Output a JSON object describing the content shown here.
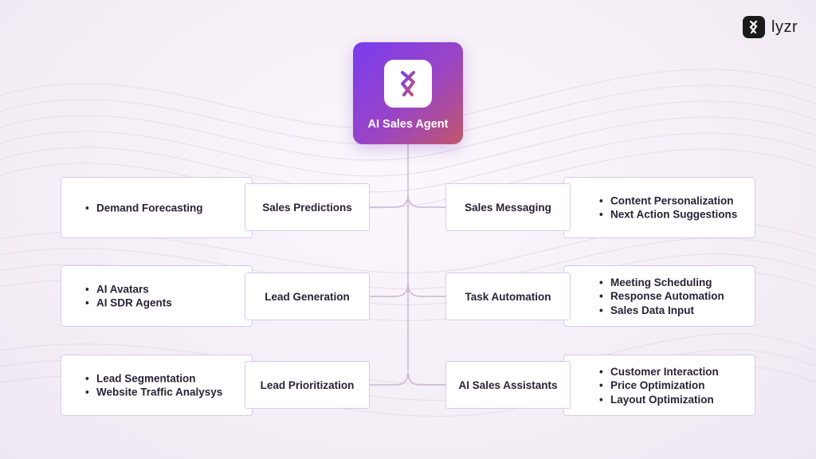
{
  "brand": {
    "name": "lyzr",
    "icon": "lyzr-logo-icon"
  },
  "hub": {
    "title": "AI Sales Agent",
    "icon": "lyzr-logo-icon"
  },
  "colors": {
    "hub_start": "#7a3cf0",
    "hub_end": "#c2566b",
    "border": "#d8c8ee",
    "connector": "#c9b5d6"
  },
  "left_branches": [
    {
      "label": "Sales Predictions",
      "items": [
        "Demand Forecasting"
      ]
    },
    {
      "label": "Lead Generation",
      "items": [
        "AI Avatars",
        "AI SDR Agents"
      ]
    },
    {
      "label": "Lead Prioritization",
      "items": [
        "Lead Segmentation",
        "Website Traffic Analysys"
      ]
    }
  ],
  "right_branches": [
    {
      "label": "Sales Messaging",
      "items": [
        "Content Personalization",
        "Next Action Suggestions"
      ]
    },
    {
      "label": "Task Automation",
      "items": [
        "Meeting Scheduling",
        "Response Automation",
        "Sales Data Input"
      ]
    },
    {
      "label": "AI Sales Assistants",
      "items": [
        "Customer Interaction",
        "Price Optimization",
        "Layout Optimization"
      ]
    }
  ]
}
